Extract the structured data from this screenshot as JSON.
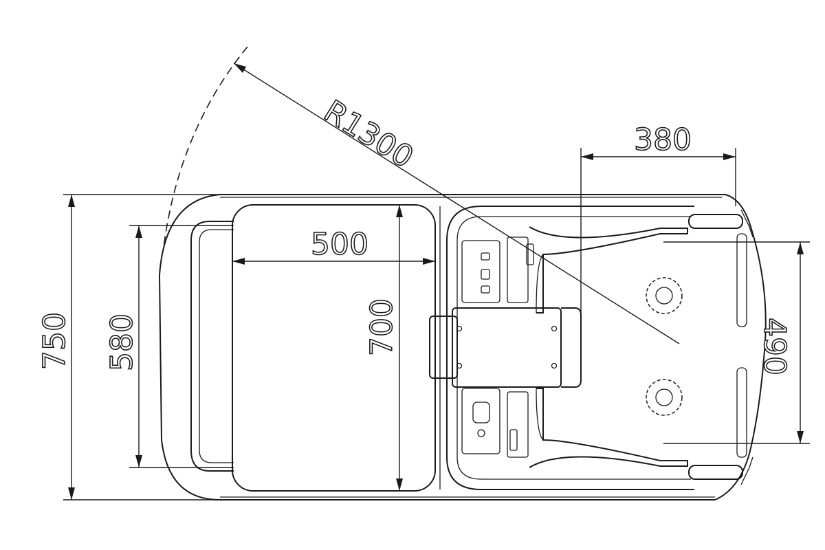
{
  "dimensions": {
    "radius": "R1300",
    "rear_offset": "380",
    "seat_width": "500",
    "seat_depth": "700",
    "overall_width": "750",
    "handle_width": "580",
    "track_width": "490"
  }
}
